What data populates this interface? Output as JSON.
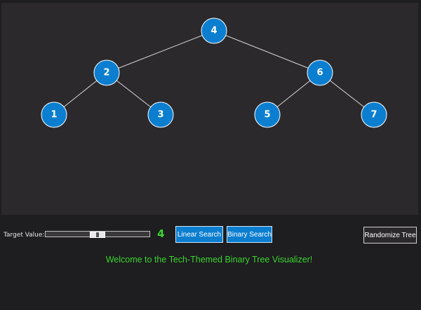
{
  "tree": {
    "nodes": [
      {
        "id": "n4",
        "value": "4",
        "level": 0,
        "col": 0,
        "parent": null
      },
      {
        "id": "n2",
        "value": "2",
        "level": 1,
        "col": 0,
        "parent": "n4"
      },
      {
        "id": "n6",
        "value": "6",
        "level": 1,
        "col": 1,
        "parent": "n4"
      },
      {
        "id": "n1",
        "value": "1",
        "level": 2,
        "col": 0,
        "parent": "n2"
      },
      {
        "id": "n3",
        "value": "3",
        "level": 2,
        "col": 1,
        "parent": "n2"
      },
      {
        "id": "n5",
        "value": "5",
        "level": 2,
        "col": 2,
        "parent": "n6"
      },
      {
        "id": "n7",
        "value": "7",
        "level": 2,
        "col": 3,
        "parent": "n6"
      }
    ],
    "colors": {
      "node_fill": "#0c7ecf",
      "node_stroke": "#ffffff",
      "edge": "#d8d8d8",
      "background": "#2b292c"
    }
  },
  "controls": {
    "target_label": "Target Value:",
    "slider": {
      "value": 4,
      "min": 1,
      "max": 7
    },
    "target_value": "4",
    "linear_search_label": "Linear Search",
    "binary_search_label": "Binary Search",
    "randomize_label": "Randomize Tree"
  },
  "status": {
    "message": "Welcome to the Tech-Themed Binary Tree Visualizer!",
    "color": "#39d62f"
  }
}
